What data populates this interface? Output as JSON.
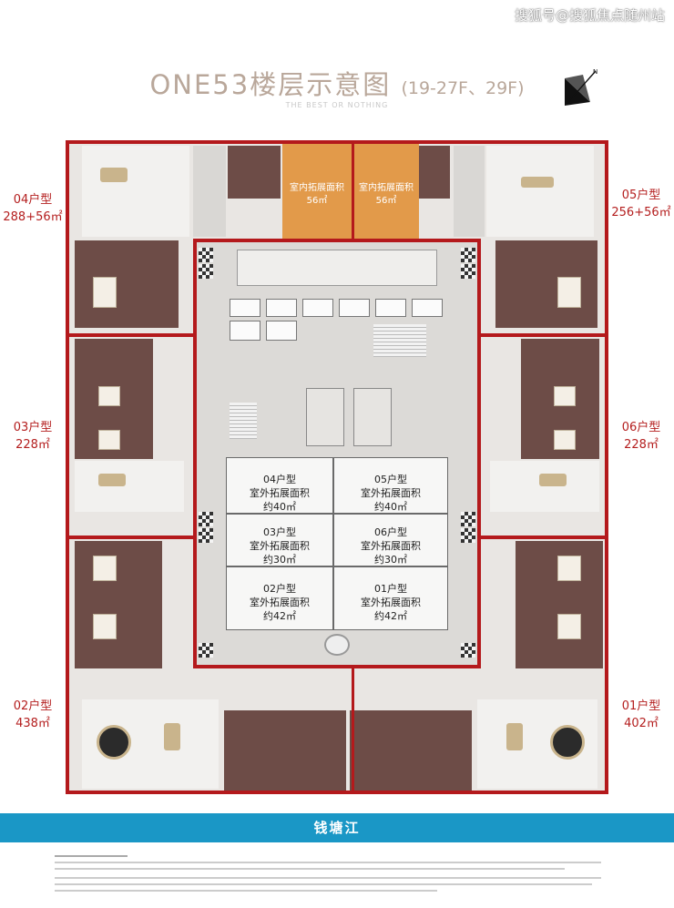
{
  "watermark": "搜狐号@搜狐焦点随州站",
  "title": "ONE53楼层示意图",
  "title_floors": "(19-27F、29F)",
  "tagline": "THE BEST OR NOTHING",
  "compass_letter": "N",
  "units": [
    {
      "type": "04户型",
      "area": "288+56㎡"
    },
    {
      "type": "05户型",
      "area": "256+56㎡"
    },
    {
      "type": "03户型",
      "area": "228㎡"
    },
    {
      "type": "06户型",
      "area": "228㎡"
    },
    {
      "type": "02户型",
      "area": "438㎡"
    },
    {
      "type": "01户型",
      "area": "402㎡"
    }
  ],
  "indoor_ext": [
    {
      "label": "室内拓展面积",
      "area": "56㎡"
    },
    {
      "label": "室内拓展面积",
      "area": "56㎡"
    }
  ],
  "outdoor_ext": [
    {
      "unit": "04户型",
      "label": "室外拓展面积",
      "area": "约40㎡"
    },
    {
      "unit": "05户型",
      "label": "室外拓展面积",
      "area": "约40㎡"
    },
    {
      "unit": "03户型",
      "label": "室外拓展面积",
      "area": "约30㎡"
    },
    {
      "unit": "06户型",
      "label": "室外拓展面积",
      "area": "约30㎡"
    },
    {
      "unit": "02户型",
      "label": "室外拓展面积",
      "area": "约42㎡"
    },
    {
      "unit": "01户型",
      "label": "室外拓展面积",
      "area": "约42㎡"
    }
  ],
  "river": "钱塘江",
  "colors": {
    "boundary": "#b4191c",
    "river": "#1a97c6",
    "indoor_ext": "#e29a4a",
    "title": "#b9a79a"
  }
}
